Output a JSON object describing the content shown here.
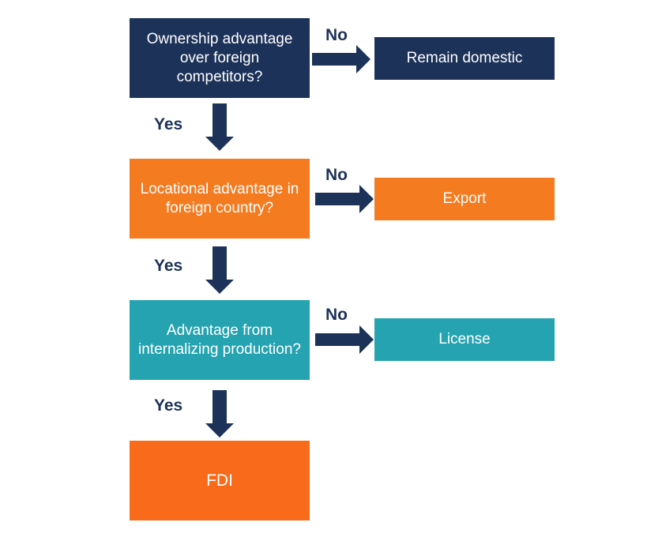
{
  "colors": {
    "navy": "#1c3259",
    "orange": "#f47b20",
    "teal": "#25a3b0",
    "deep_orange": "#f96a1b",
    "arrow": "#1c3259"
  },
  "diagram": {
    "steps": [
      {
        "question": "Ownership advantage over foreign competitors?",
        "no_label": "No",
        "outcome": "Remain domestic",
        "yes_label": "Yes"
      },
      {
        "question": "Locational advantage in foreign country?",
        "no_label": "No",
        "outcome": "Export",
        "yes_label": "Yes"
      },
      {
        "question": "Advantage from internalizing production?",
        "no_label": "No",
        "outcome": "License",
        "yes_label": "Yes"
      }
    ],
    "final": "FDI"
  }
}
